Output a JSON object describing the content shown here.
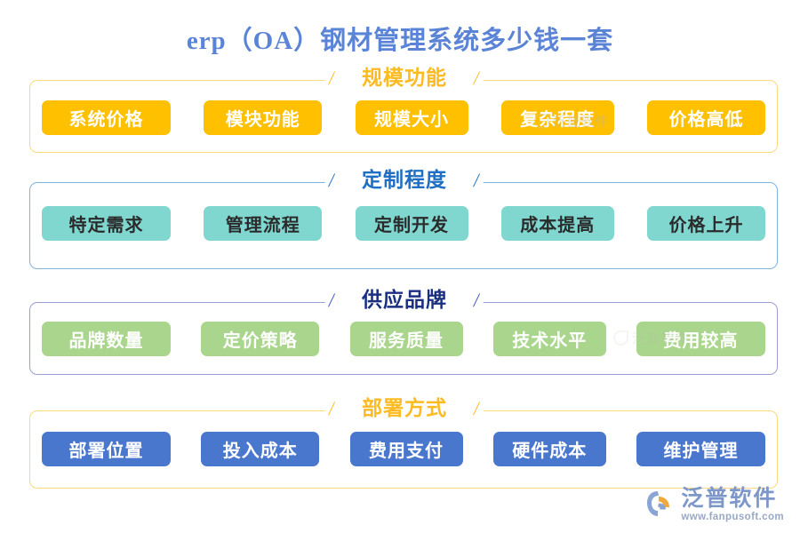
{
  "page": {
    "title": "erp（OA）钢材管理系统多少钱一套",
    "title_color": "#5b84d6",
    "background": "#ffffff",
    "divider_glyph": "/"
  },
  "sections": [
    {
      "id": "sec-0",
      "heading": "规模功能",
      "heading_color": "#fcbb22",
      "frame_color": "#fbd97f",
      "chip_color": "#ffc000",
      "chip_text_color": "#ffffff",
      "chips": [
        {
          "label": "系统价格"
        },
        {
          "label": "模块功能"
        },
        {
          "label": "规模大小"
        },
        {
          "label": "复杂程度"
        },
        {
          "label": "价格高低"
        }
      ]
    },
    {
      "id": "sec-1",
      "heading": "定制程度",
      "heading_color": "#1f6fc4",
      "frame_color": "#7fb3e0",
      "chip_color": "#7fd7d0",
      "chip_text_color": "#2b2b2b",
      "chips": [
        {
          "label": "特定需求"
        },
        {
          "label": "管理流程"
        },
        {
          "label": "定制开发"
        },
        {
          "label": "成本提高"
        },
        {
          "label": "价格上升"
        }
      ]
    },
    {
      "id": "sec-2",
      "heading": "供应品牌",
      "heading_color": "#1b2f82",
      "frame_color": "#9a9ed3",
      "chip_color": "#a9d68c",
      "chip_text_color": "#ffffff",
      "chips": [
        {
          "label": "品牌数量"
        },
        {
          "label": "定价策略"
        },
        {
          "label": "服务质量"
        },
        {
          "label": "技术水平"
        },
        {
          "label": "费用较高"
        }
      ]
    },
    {
      "id": "sec-3",
      "heading": "部署方式",
      "heading_color": "#fcbb22",
      "frame_color": "#fbd97f",
      "chip_color": "#4a77ce",
      "chip_text_color": "#ffffff",
      "chips": [
        {
          "label": "部署位置"
        },
        {
          "label": "投入成本"
        },
        {
          "label": "费用支付"
        },
        {
          "label": "硬件成本"
        },
        {
          "label": "维护管理"
        }
      ]
    }
  ],
  "watermarks": [
    {
      "text": "泛普软件"
    },
    {
      "text": "泛普软件"
    }
  ],
  "brand": {
    "name": "泛普软件",
    "url": "www.fanpusoft.com",
    "name_color": "#7d97c9",
    "mark_primary": "#8aa4d4",
    "mark_accent": "#f0a93c"
  }
}
